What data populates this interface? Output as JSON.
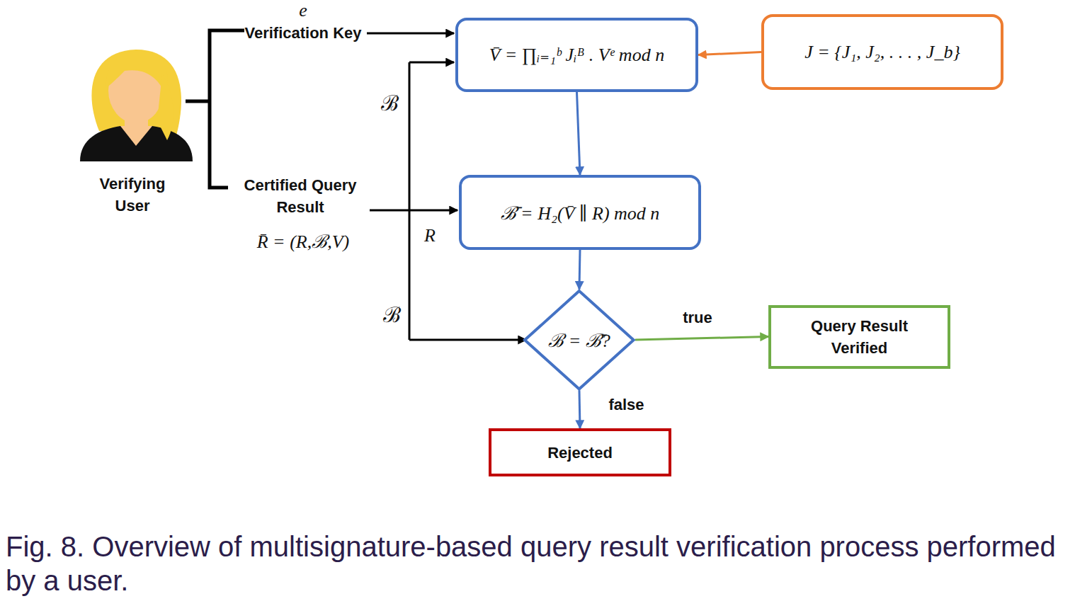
{
  "diagram": {
    "caption": "Fig. 8. Overview of multisignature-based query result verification process performed by a user.",
    "nodes": [
      {
        "text": [
          "V̄ = ∏ᵢ₌₁ᵇ Jᵢᴮ . Vᵉ mod n"
        ]
      },
      {
        "text": [
          "J = {J₁, J₂, . . . , J_b}"
        ]
      },
      {
        "text": [
          "ℬ̄ = H₂(V̄ ∥ R) mod n"
        ]
      },
      {
        "text": [
          "ℬ = ℬ̄?"
        ]
      },
      {
        "text": [
          "Query Result Verified"
        ]
      },
      {
        "text": [
          "Rejected"
        ]
      }
    ],
    "edges": [
      {
        "from": 1,
        "to": 0,
        "arrow": "to"
      },
      {
        "from": 0,
        "to": 2,
        "arrow": "to"
      },
      {
        "from": 2,
        "to": 3,
        "arrow": "to"
      },
      {
        "from": 3,
        "to": 4,
        "label": "true",
        "arrow": "to"
      },
      {
        "from": 3,
        "to": 5,
        "label": "false",
        "arrow": "to"
      }
    ],
    "labels": [
      "Verifying User",
      "e",
      "Verification Key",
      "Certified Query Result",
      "R̄ = (R,ℬ,V)",
      "ℬ",
      "R",
      "ℬ"
    ]
  }
}
